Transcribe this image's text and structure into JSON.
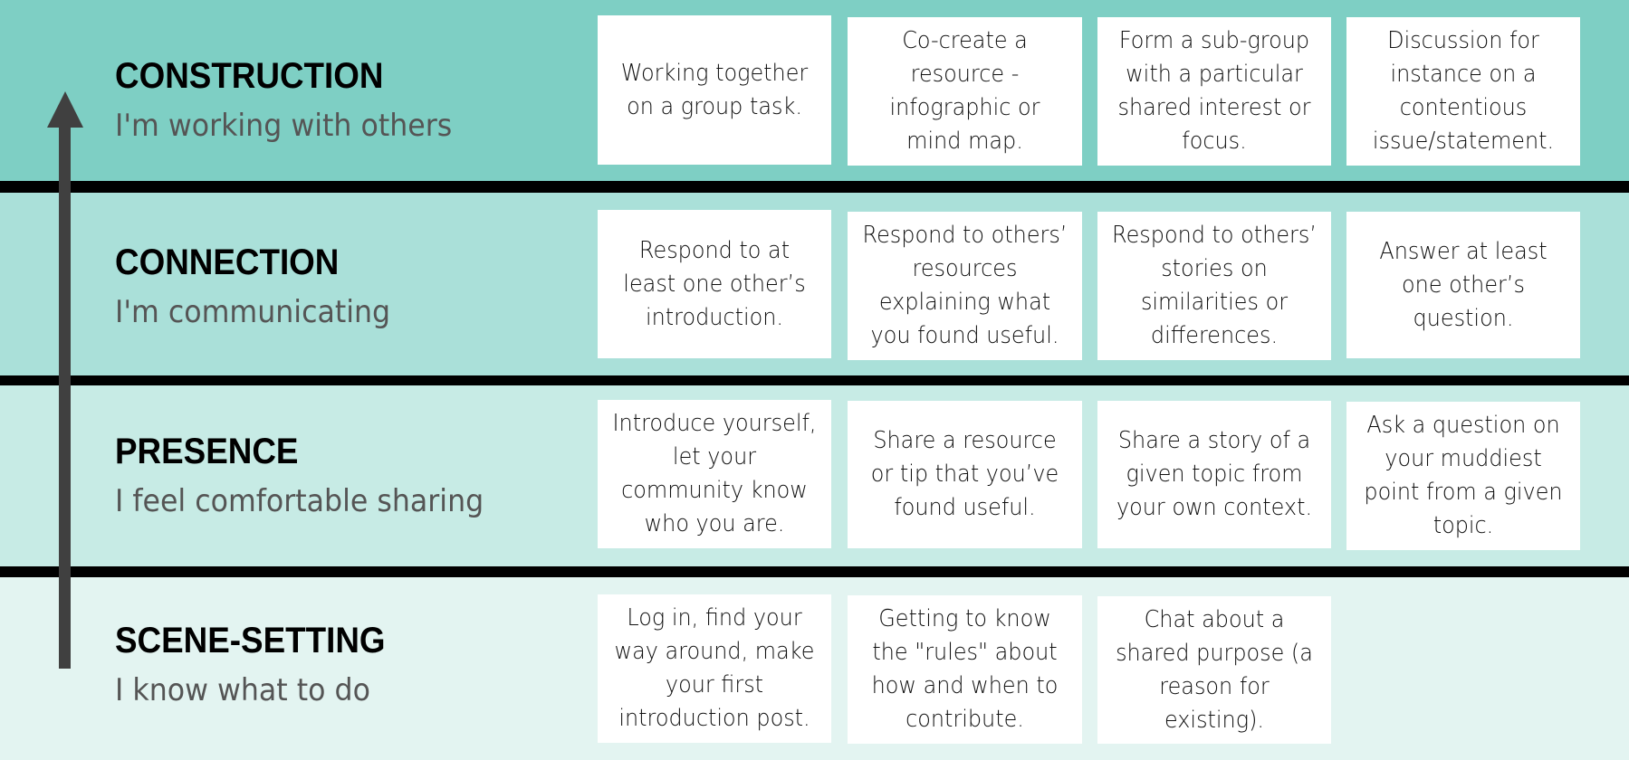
{
  "colors": {
    "construction_bg": "#7ecfc4",
    "connection_bg": "#aae0d9",
    "presence_bg": "#c7ebe5",
    "scene_setting_bg": "#e3f4f1",
    "divider": "#000000",
    "arrow": "#404040",
    "card_bg": "#ffffff"
  },
  "arrow": {
    "direction": "up",
    "icon": "arrow-up-icon"
  },
  "levels": [
    {
      "title": "CONSTRUCTION",
      "subtitle": "I'm working with others",
      "cards": [
        "Working together on a group task.",
        "Co-create a resource - infographic or mind map.",
        "Form a sub-group with a particular shared interest or focus.",
        "Discussion for instance on a contentious issue/statement."
      ]
    },
    {
      "title": "CONNECTION",
      "subtitle": "I'm communicating",
      "cards": [
        "Respond to at least one other’s introduction.",
        "Respond to others’ resources explaining what you found useful.",
        "Respond to others’ stories on similarities or differences.",
        "Answer at least one other’s question."
      ]
    },
    {
      "title": "PRESENCE",
      "subtitle": "I feel comfortable sharing",
      "cards": [
        "Introduce yourself, let your community know who you are.",
        "Share a resource or tip that you’ve found useful.",
        "Share a story of a given topic from your own context.",
        "Ask a question on your muddiest point from a given topic."
      ]
    },
    {
      "title": "SCENE-SETTING",
      "subtitle": "I know what to do",
      "cards": [
        "Log in, find your way around, make your first introduction post.",
        "Getting to know the \"rules\" about how and when to contribute.",
        "Chat about a shared purpose (a reason for existing)."
      ]
    }
  ]
}
